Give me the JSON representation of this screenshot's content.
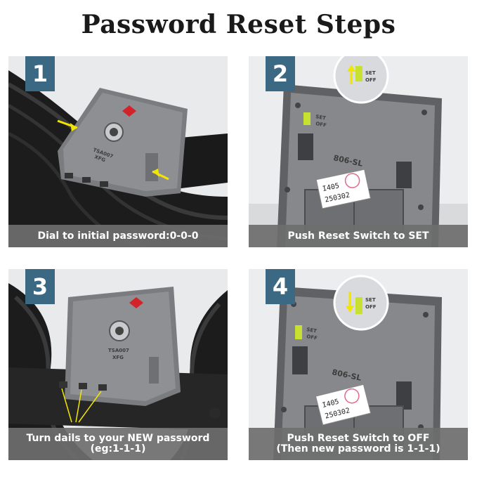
{
  "title": "Password Reset Steps",
  "colors": {
    "badge": "#3b6882",
    "caption_bg": "#6e6e6e",
    "arrow": "#f2e600",
    "switch": "#c8e030"
  },
  "steps": [
    {
      "number": "1",
      "caption": "Dial to initial password:0-0-0",
      "lock_label": "TSA007",
      "lock_label2": "XFG"
    },
    {
      "number": "2",
      "caption": "Push Reset Switch to SET",
      "switch_label": "SET",
      "switch_label2": "OFF",
      "model": "806-SL",
      "sticker_a": "I405",
      "sticker_b": "250302"
    },
    {
      "number": "3",
      "caption_line1": "Turn dails to your NEW password",
      "caption_line2": "(eg:1-1-1)",
      "lock_label": "TSA007",
      "lock_label2": "XFG"
    },
    {
      "number": "4",
      "caption_line1": "Push Reset Switch to OFF",
      "caption_line2": "(Then new password is 1-1-1)",
      "switch_label": "SET",
      "switch_label2": "OFF",
      "model": "806-SL",
      "sticker_a": "I405",
      "sticker_b": "250302"
    }
  ]
}
